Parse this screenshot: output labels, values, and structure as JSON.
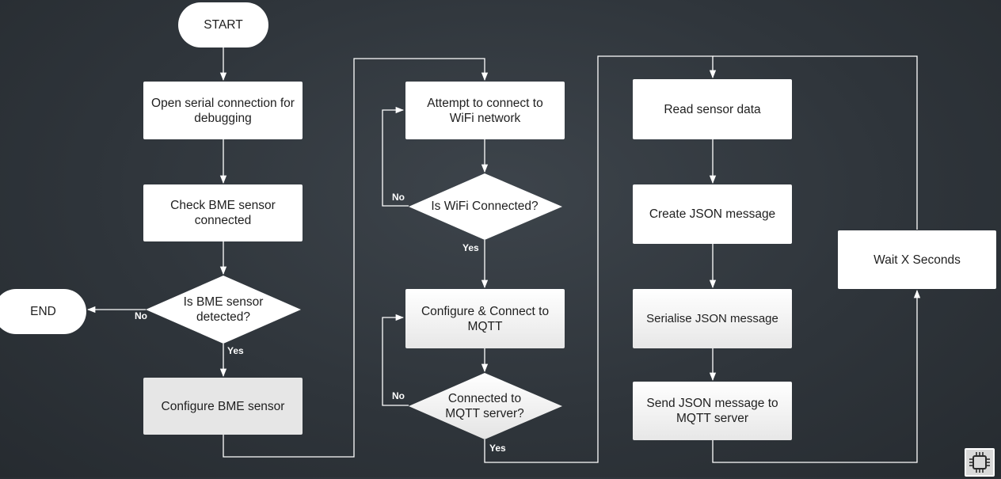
{
  "nodes": {
    "start": "START",
    "end": "END",
    "open_serial": "Open serial connection for debugging",
    "check_bme": "Check BME sensor connected",
    "is_bme_detected": "Is BME sensor detected?",
    "configure_bme": "Configure BME sensor",
    "connect_wifi": "Attempt to connect to WiFi network",
    "is_wifi_connected": "Is WiFi Connected?",
    "configure_mqtt": "Configure & Connect to MQTT",
    "connected_mqtt": "Connected to MQTT server?",
    "read_sensor": "Read sensor data",
    "create_json": "Create JSON message",
    "serialise_json": "Serialise JSON message",
    "send_json": "Send JSON message to MQTT server",
    "wait": "Wait X Seconds"
  },
  "edge_labels": {
    "bme_no": "No",
    "bme_yes": "Yes",
    "wifi_no": "No",
    "wifi_yes": "Yes",
    "mqtt_no": "No",
    "mqtt_yes": "Yes"
  },
  "colors": {
    "background": "#2f353b",
    "node_fill": "#ffffff",
    "node_fill_grey": "#e7e7e7",
    "connector": "#ffffff"
  },
  "logo": {
    "icon": "chip-icon"
  }
}
